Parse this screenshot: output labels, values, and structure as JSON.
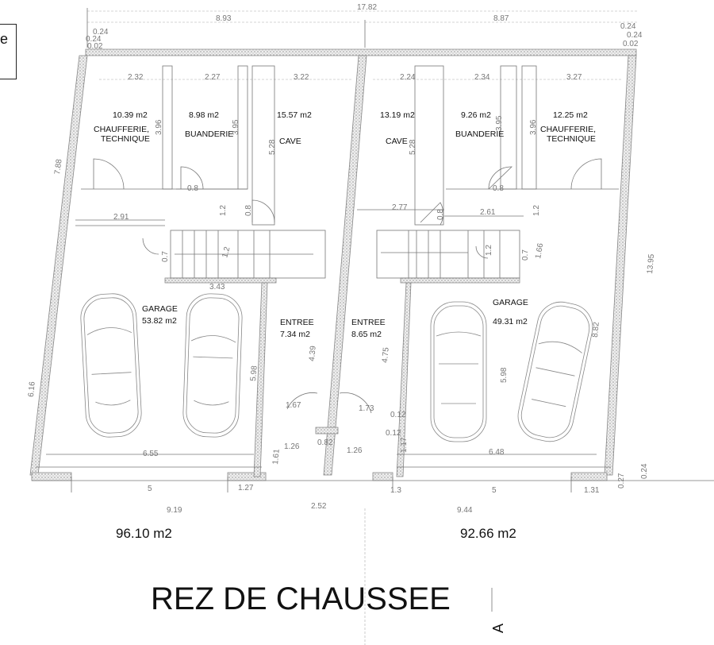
{
  "legend_fragment": "e",
  "title": "REZ DE CHAUSSEE",
  "section_marker": "A",
  "totals": {
    "left": "96.10 m2",
    "right": "92.66 m2"
  },
  "left_unit": {
    "rooms": [
      {
        "area": "10.39 m2",
        "name1": "CHAUFFERIE,",
        "name2": "TECHNIQUE"
      },
      {
        "area": "8.98 m2",
        "name1": "BUANDERIE"
      },
      {
        "area": "15.57 m2",
        "name1": "CAVE"
      },
      {
        "area": "53.82 m2",
        "name1": "GARAGE"
      },
      {
        "area": "7.34 m2",
        "name1": "ENTREE"
      }
    ]
  },
  "right_unit": {
    "rooms": [
      {
        "area": "13.19 m2",
        "name1": "CAVE"
      },
      {
        "area": "9.26 m2",
        "name1": "BUANDERIE"
      },
      {
        "area": "12.25 m2",
        "name1": "CHAUFFERIE,",
        "name2": "TECHNIQUE"
      },
      {
        "area": "49.31 m2",
        "name1": "GARAGE"
      },
      {
        "area": "8.65 m2",
        "name1": "ENTREE"
      }
    ]
  },
  "dimensions": [
    "17.82",
    "8.93",
    "8.87",
    "2.32",
    "2.27",
    "3.22",
    "2.24",
    "2.34",
    "3.27",
    "3.96",
    "3.95",
    "5.28",
    "5.28",
    "3.95",
    "3.96",
    "7.88",
    "0.8",
    "0.8",
    "1.2",
    "0.8",
    "2.91",
    "2.77",
    "0.8",
    "2.61",
    "1.2",
    "0.7",
    "1.2",
    "3.43",
    "1.2",
    "0.7",
    "1.66",
    "6.16",
    "5.98",
    "4.39",
    "4.75",
    "5.98",
    "8.82",
    "13.95",
    "1.67",
    "1.73",
    "6.55",
    "6.48",
    "5",
    "5",
    "1.27",
    "1.3",
    "1.31",
    "9.19",
    "9.44",
    "2.52",
    "0.24",
    "0.24",
    "0.02",
    "0.24",
    "0.24",
    "0.02",
    "1.26",
    "1.26",
    "0.82",
    "1.61",
    "1.17",
    "0.12",
    "0.12",
    "0.27",
    "0.24"
  ]
}
